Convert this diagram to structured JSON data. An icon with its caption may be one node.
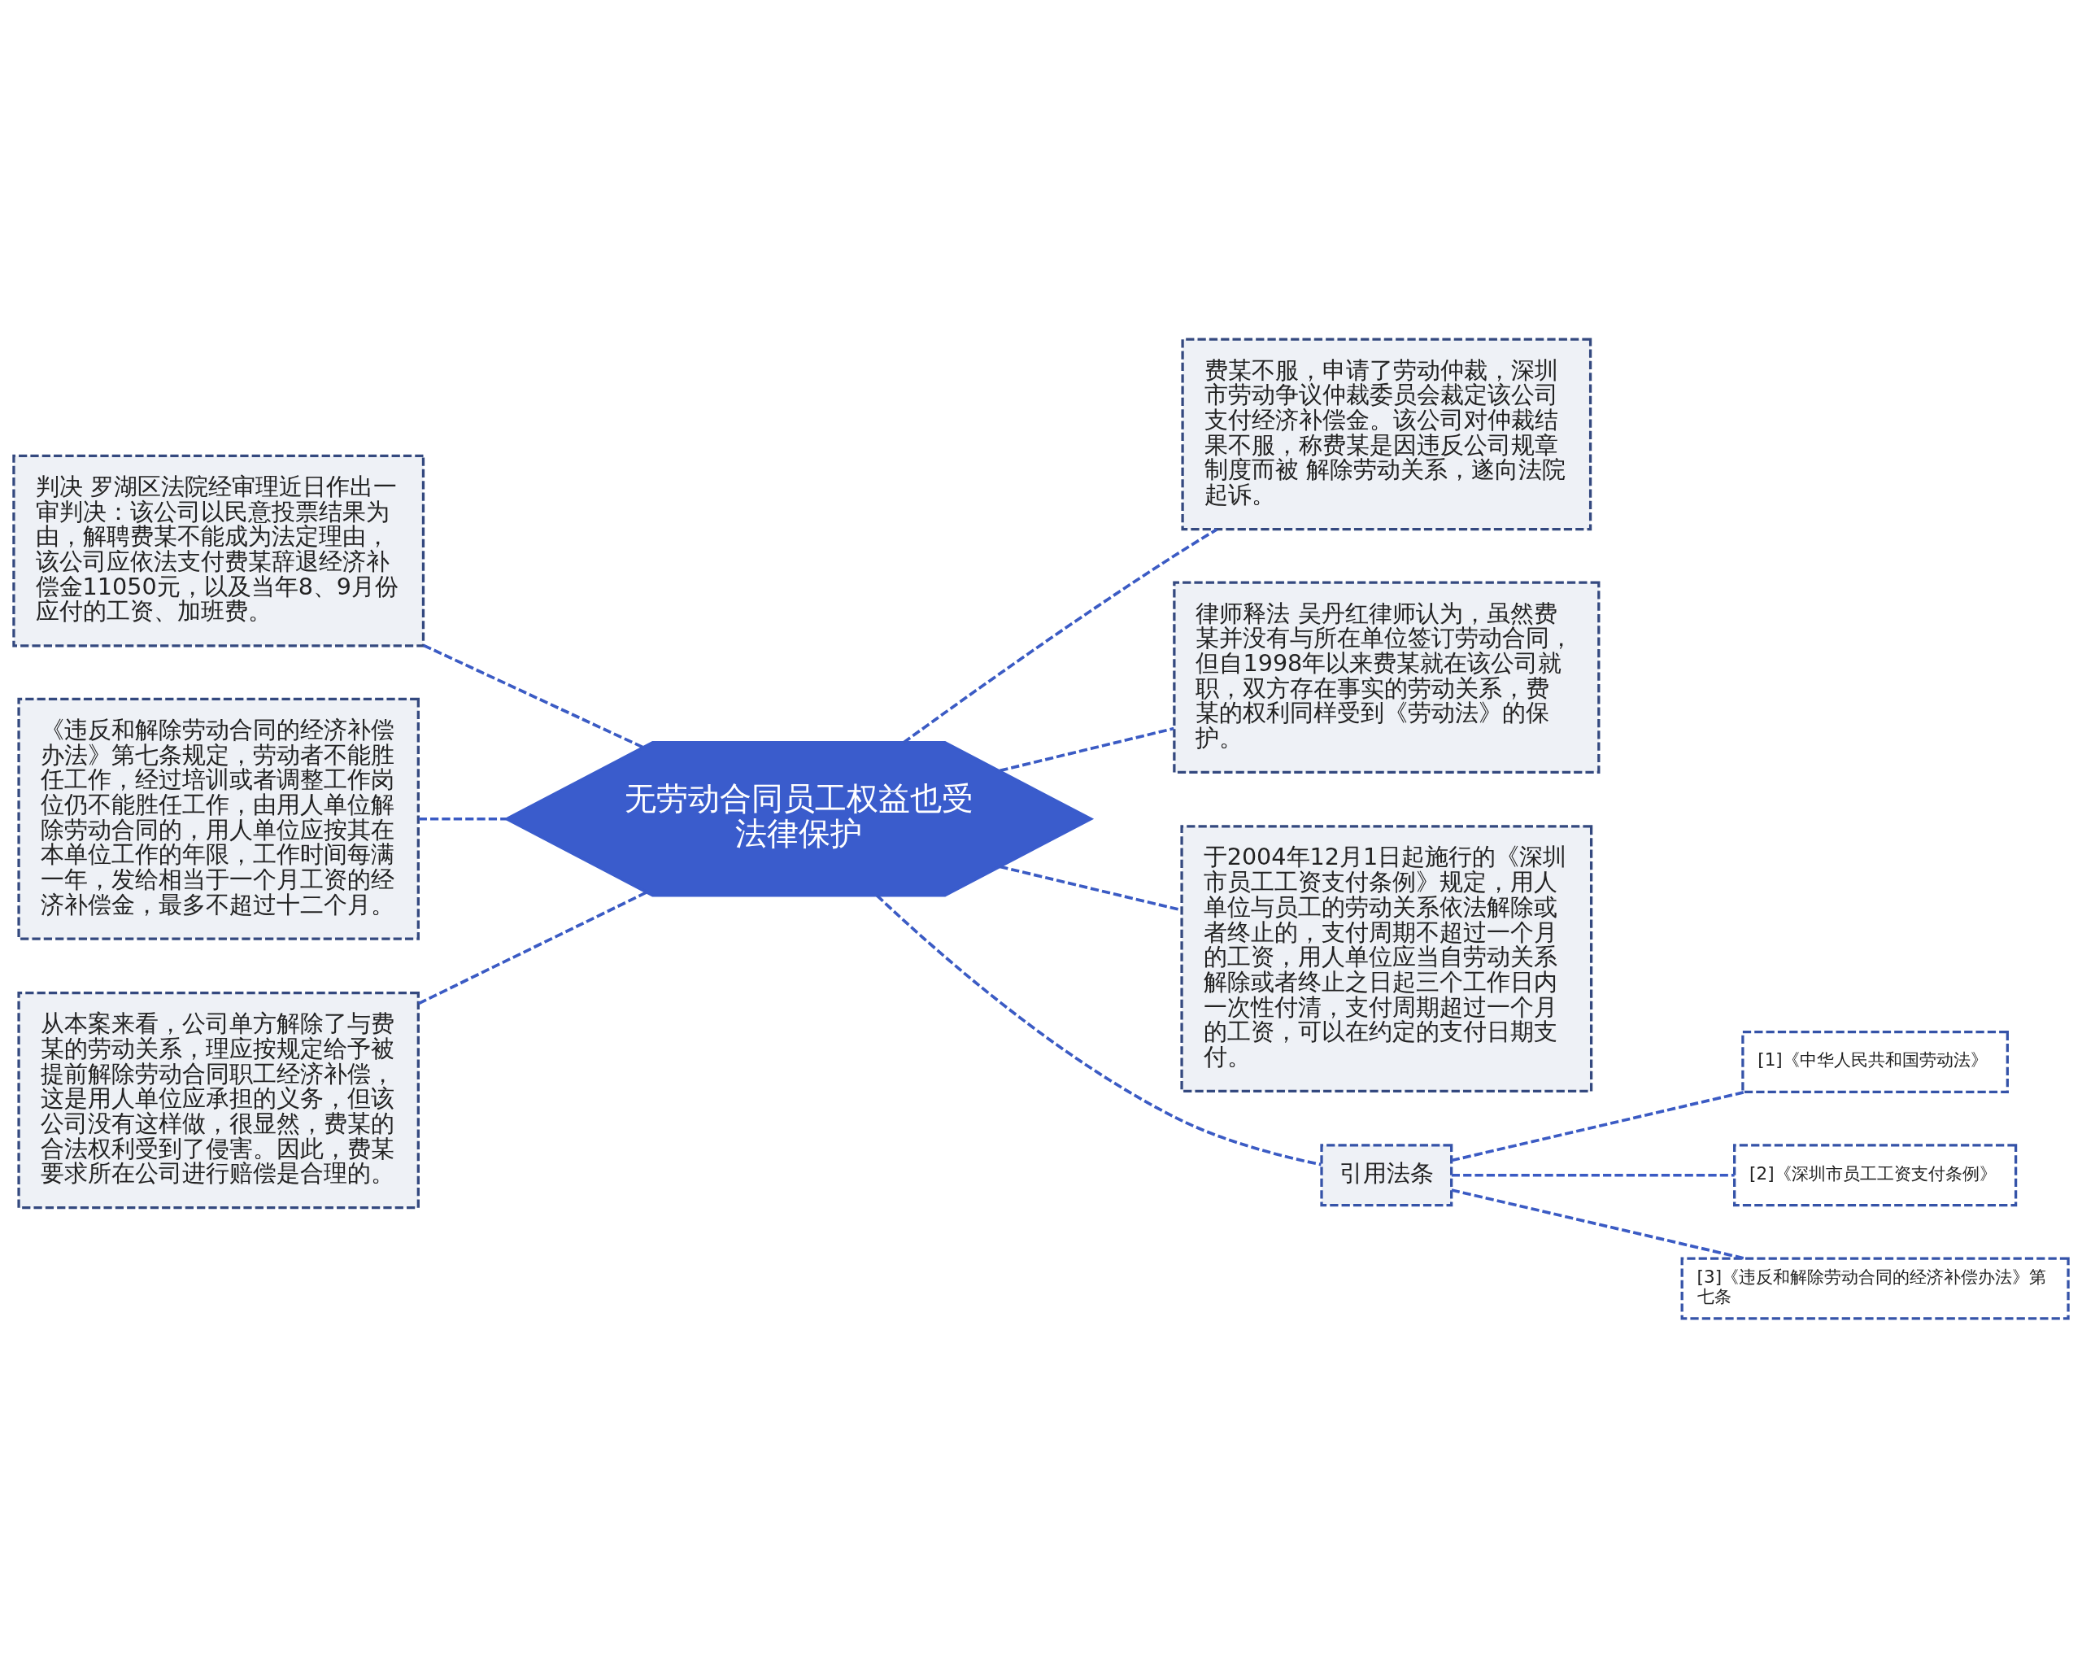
{
  "diagram": {
    "nodes": [
      {
        "text": [
          "无劳动合同员工权益也受法律保护"
        ]
      },
      {
        "text": [
          "判决 罗湖区法院经审理近日作出一审判决：该公司以民意投票结果为由，解聘费某不能成为法定理由，该公司应依法支付费某辞退经济补偿金11050元，以及当年8、9月份应付的工资、加班费。"
        ]
      },
      {
        "text": [
          "《违反和解除劳动合同的经济补偿办法》第七条规定，劳动者不能胜任工作，经过培训或者调整工作岗位仍不能胜任工作，由用人单位解除劳动合同的，用人单位应按其在本单位工作的年限，工作时间每满一年，发给相当于一个月工资的经济补偿金，最多不超过十二个月。"
        ]
      },
      {
        "text": [
          "从本案来看，公司单方解除了与费某的劳动关系，理应按规定给予被提前解除劳动合同职工经济补偿，这是用人单位应承担的义务，但该公司没有这样做，很显然，费某的合法权利受到了侵害。因此，费某要求所在公司进行赔偿是合理的。"
        ]
      },
      {
        "text": [
          "费某不服，申请了劳动仲裁，深圳市劳动争议仲裁委员会裁定该公司支付经济补偿金。该公司对仲裁结果不服，称费某是因违反公司规章制度而被 解除劳动关系，遂向法院起诉。"
        ]
      },
      {
        "text": [
          "律师释法 吴丹红律师认为，虽然费某并没有与所在单位签订劳动合同，但自1998年以来费某就在该公司就职，双方存在事实的劳动关系，费某的权利同样受到《劳动法》的保护。"
        ]
      },
      {
        "text": [
          "于2004年12月1日起施行的《深圳市员工工资支付条例》规定，用人单位与员工的劳动关系依法解除或者终止的，支付周期不超过一个月的工资，用人单位应当自劳动关系解除或者终止之日起三个工作日内一次性付清，支付周期超过一个月的工资，可以在约定的支付日期支付。"
        ]
      },
      {
        "text": [
          "引用法条"
        ]
      },
      {
        "text": [
          "[1]《中华人民共和国劳动法》"
        ]
      },
      {
        "text": [
          "[2]《深圳市员工工资支付条例》"
        ]
      },
      {
        "text": [
          "[3]《违反和解除劳动合同的经济补偿办法》第七条"
        ]
      }
    ],
    "edges": [
      {
        "from": 0,
        "to": 1,
        "arrow": "none",
        "style": "dashed"
      },
      {
        "from": 0,
        "to": 2,
        "arrow": "none",
        "style": "dashed"
      },
      {
        "from": 0,
        "to": 3,
        "arrow": "none",
        "style": "dashed"
      },
      {
        "from": 0,
        "to": 4,
        "arrow": "none",
        "style": "dashed"
      },
      {
        "from": 0,
        "to": 5,
        "arrow": "none",
        "style": "dashed"
      },
      {
        "from": 0,
        "to": 6,
        "arrow": "none",
        "style": "dashed"
      },
      {
        "from": 0,
        "to": 7,
        "arrow": "none",
        "style": "dashed"
      },
      {
        "from": 7,
        "to": 8,
        "arrow": "none",
        "style": "dashed"
      },
      {
        "from": 7,
        "to": 9,
        "arrow": "none",
        "style": "dashed"
      },
      {
        "from": 7,
        "to": 10,
        "arrow": "none",
        "style": "dashed"
      }
    ]
  }
}
